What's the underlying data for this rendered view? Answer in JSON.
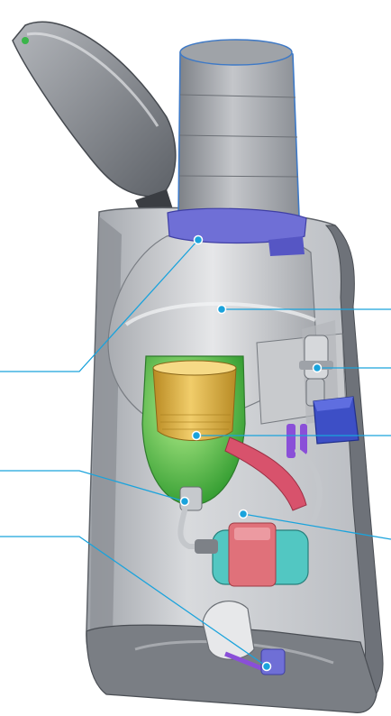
{
  "diagram": {
    "subject": "cutaway-appliance",
    "colors": {
      "background": "#ffffff",
      "housing": "#c9ccd1",
      "housing_dark": "#6e7279",
      "lid": "#8d9197",
      "tank": "#a7aaaf",
      "collar": "#6f6fd6",
      "filter_gold": "#e3b545",
      "filter_green": "#59c04d",
      "pump_teal": "#52c7c2",
      "pump_pink": "#e0717a",
      "valve_blue": "#3d4fc6",
      "callout": "#1aa3dc"
    },
    "callouts": [
      {
        "id": "collar"
      },
      {
        "id": "reservoir"
      },
      {
        "id": "valve"
      },
      {
        "id": "filter"
      },
      {
        "id": "pump"
      },
      {
        "id": "check-valve"
      },
      {
        "id": "outlet"
      }
    ]
  }
}
